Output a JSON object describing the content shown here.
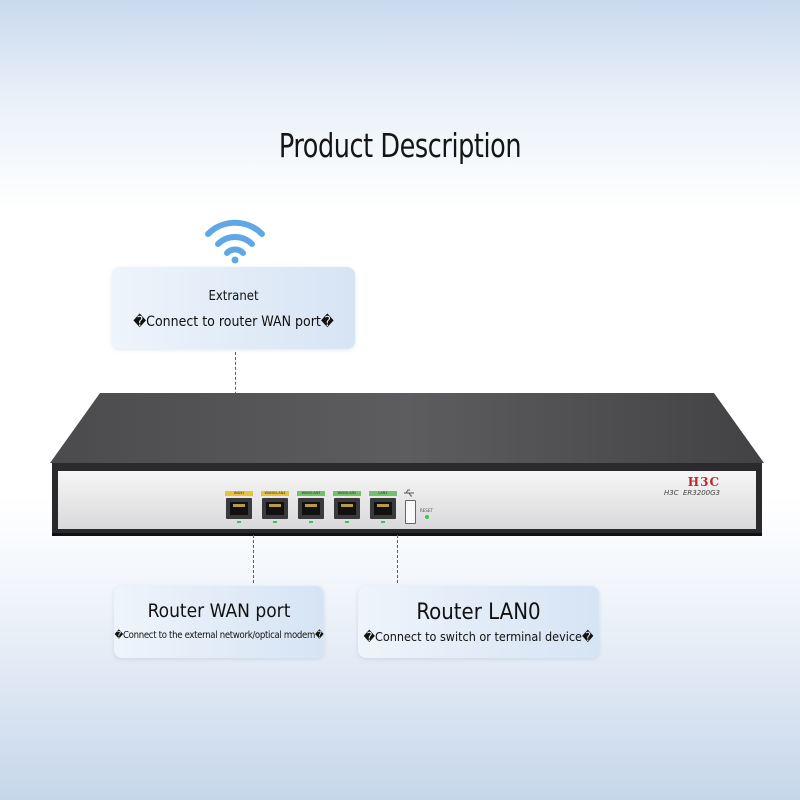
{
  "title": "Product Description",
  "callouts": {
    "extranet": {
      "title": "Extranet",
      "desc": "�Connect to router WAN port�"
    },
    "wan": {
      "title": "Router WAN port",
      "desc": "�Connect to the external network/optical modem�"
    },
    "lan": {
      "title": "Router LAN0",
      "desc": "�Connect to switch or terminal device�"
    }
  },
  "router": {
    "brand": "H3C",
    "model": "H3C  ER3200G3",
    "reset_label": "RESET",
    "port_labels": [
      "WAN1",
      "WAN0/LAN4",
      "WAN/LAN3",
      "WAN/LAN2",
      "LAN1"
    ],
    "port_label_colors": [
      "#e8c33a",
      "#e8c33a",
      "#72c26a",
      "#72c26a",
      "#72c26a"
    ],
    "status_led_color": "#3cc457"
  },
  "icons": {
    "wifi": "wifi-icon",
    "usb": "usb-icon"
  }
}
